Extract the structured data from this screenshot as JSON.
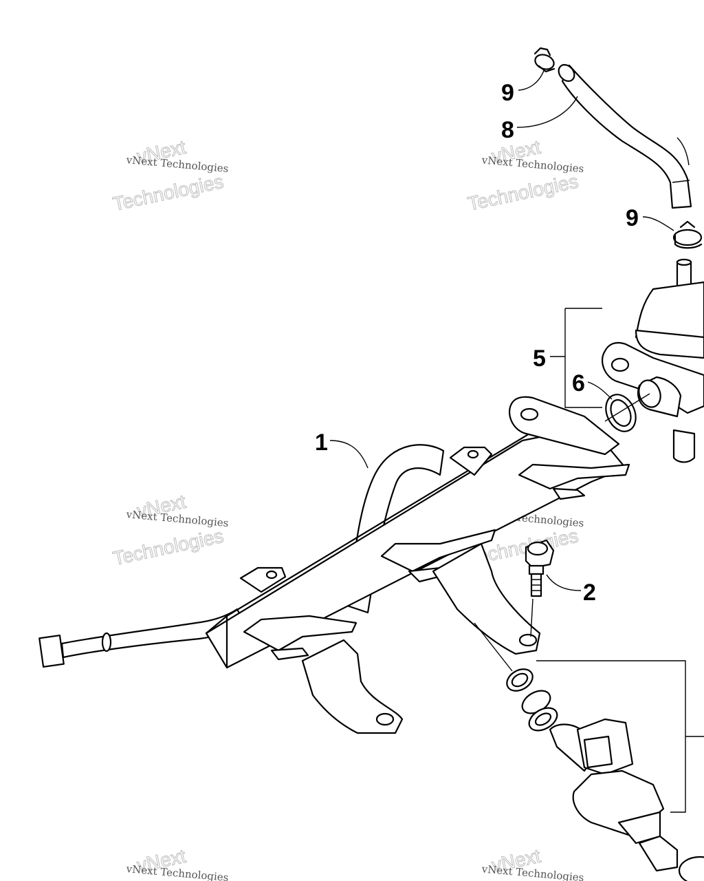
{
  "callouts": {
    "c1": "1",
    "c2": "2",
    "c5": "5",
    "c6": "6",
    "c8": "8",
    "c9_top": "9",
    "c9_mid": "9"
  },
  "watermark": {
    "line_small": "vNext Technologies",
    "line_big_1": "vNext",
    "line_big_2": "Technologies"
  }
}
